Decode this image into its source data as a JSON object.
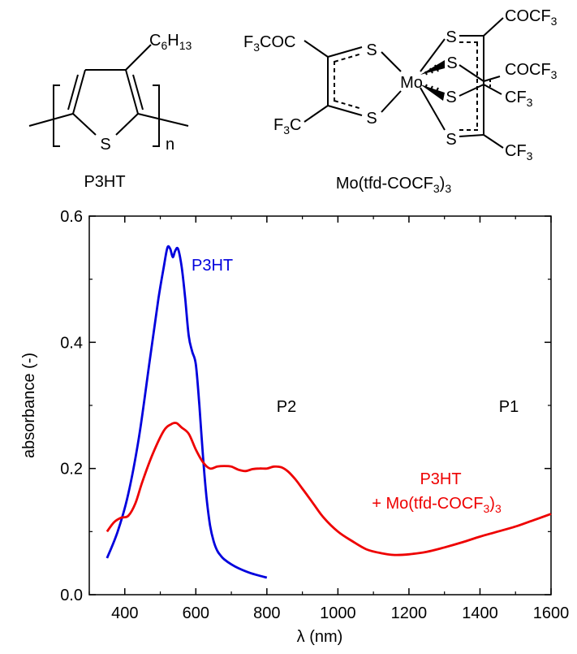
{
  "structures": {
    "p3ht": {
      "label": "P3HT",
      "side_chain": {
        "main": "C",
        "sub1": "6",
        "mid": "H",
        "sub2": "13"
      },
      "sulfur": "S",
      "repeat": "n"
    },
    "mo_complex": {
      "label": {
        "main": "Mo(tfd-COCF",
        "sub": "3",
        "close": ")",
        "sub2": "3"
      },
      "metal": "Mo",
      "sulfur": "S",
      "left_top_group": {
        "a": "F",
        "sub": "3",
        "b": "COC"
      },
      "left_bottom_group": {
        "a": "F",
        "sub": "3",
        "b": "C"
      },
      "right_top_group": {
        "a": "COCF",
        "sub": "3"
      },
      "right_mid_group": {
        "a": "COCF",
        "sub": "3"
      },
      "right_cf3_group": {
        "a": "CF",
        "sub": "3"
      }
    }
  },
  "chart_data": {
    "type": "line",
    "xlabel": {
      "symbol": "λ",
      "rest": " (nm)"
    },
    "ylabel": "absorbance (-)",
    "xlim": [
      300,
      1600
    ],
    "ylim": [
      0.0,
      0.6
    ],
    "xticks": [
      400,
      600,
      800,
      1000,
      1200,
      1400,
      1600
    ],
    "yticks": [
      0.0,
      0.2,
      0.4,
      0.6
    ],
    "ytick_labels": [
      "0.0",
      "0.2",
      "0.4",
      "0.6"
    ],
    "grid": false,
    "annotations": {
      "p2": "P2",
      "p1": "P1",
      "blue_label": "P3HT",
      "red_label_line1": "P3HT",
      "red_label_line2": {
        "main": "+ Mo(tfd-COCF",
        "sub": "3",
        "close": ")",
        "sub2": "3"
      }
    },
    "series": [
      {
        "color": "#0000dd",
        "x": [
          350,
          380,
          410,
          440,
          470,
          495,
          510,
          520,
          528,
          535,
          542,
          550,
          560,
          570,
          580,
          590,
          600,
          610,
          620,
          630,
          640,
          650,
          660,
          670,
          680,
          700,
          720,
          750,
          780,
          800
        ],
        "y": [
          0.058,
          0.1,
          0.16,
          0.25,
          0.37,
          0.47,
          0.52,
          0.55,
          0.548,
          0.535,
          0.545,
          0.548,
          0.52,
          0.47,
          0.41,
          0.385,
          0.365,
          0.3,
          0.22,
          0.155,
          0.11,
          0.085,
          0.07,
          0.062,
          0.056,
          0.048,
          0.042,
          0.035,
          0.03,
          0.027
        ]
      },
      {
        "color": "#ee0000",
        "x": [
          350,
          370,
          390,
          410,
          430,
          450,
          480,
          510,
          530,
          545,
          560,
          580,
          600,
          620,
          640,
          660,
          680,
          700,
          720,
          740,
          760,
          780,
          800,
          820,
          840,
          860,
          880,
          900,
          930,
          960,
          1000,
          1040,
          1080,
          1120,
          1160,
          1200,
          1250,
          1300,
          1350,
          1400,
          1450,
          1500,
          1550,
          1600
        ],
        "y": [
          0.1,
          0.115,
          0.122,
          0.125,
          0.145,
          0.18,
          0.225,
          0.26,
          0.27,
          0.272,
          0.265,
          0.255,
          0.23,
          0.21,
          0.2,
          0.203,
          0.204,
          0.203,
          0.198,
          0.196,
          0.199,
          0.2,
          0.2,
          0.203,
          0.202,
          0.195,
          0.183,
          0.168,
          0.145,
          0.122,
          0.1,
          0.085,
          0.072,
          0.066,
          0.063,
          0.064,
          0.068,
          0.075,
          0.083,
          0.092,
          0.1,
          0.108,
          0.118,
          0.128
        ]
      }
    ]
  }
}
